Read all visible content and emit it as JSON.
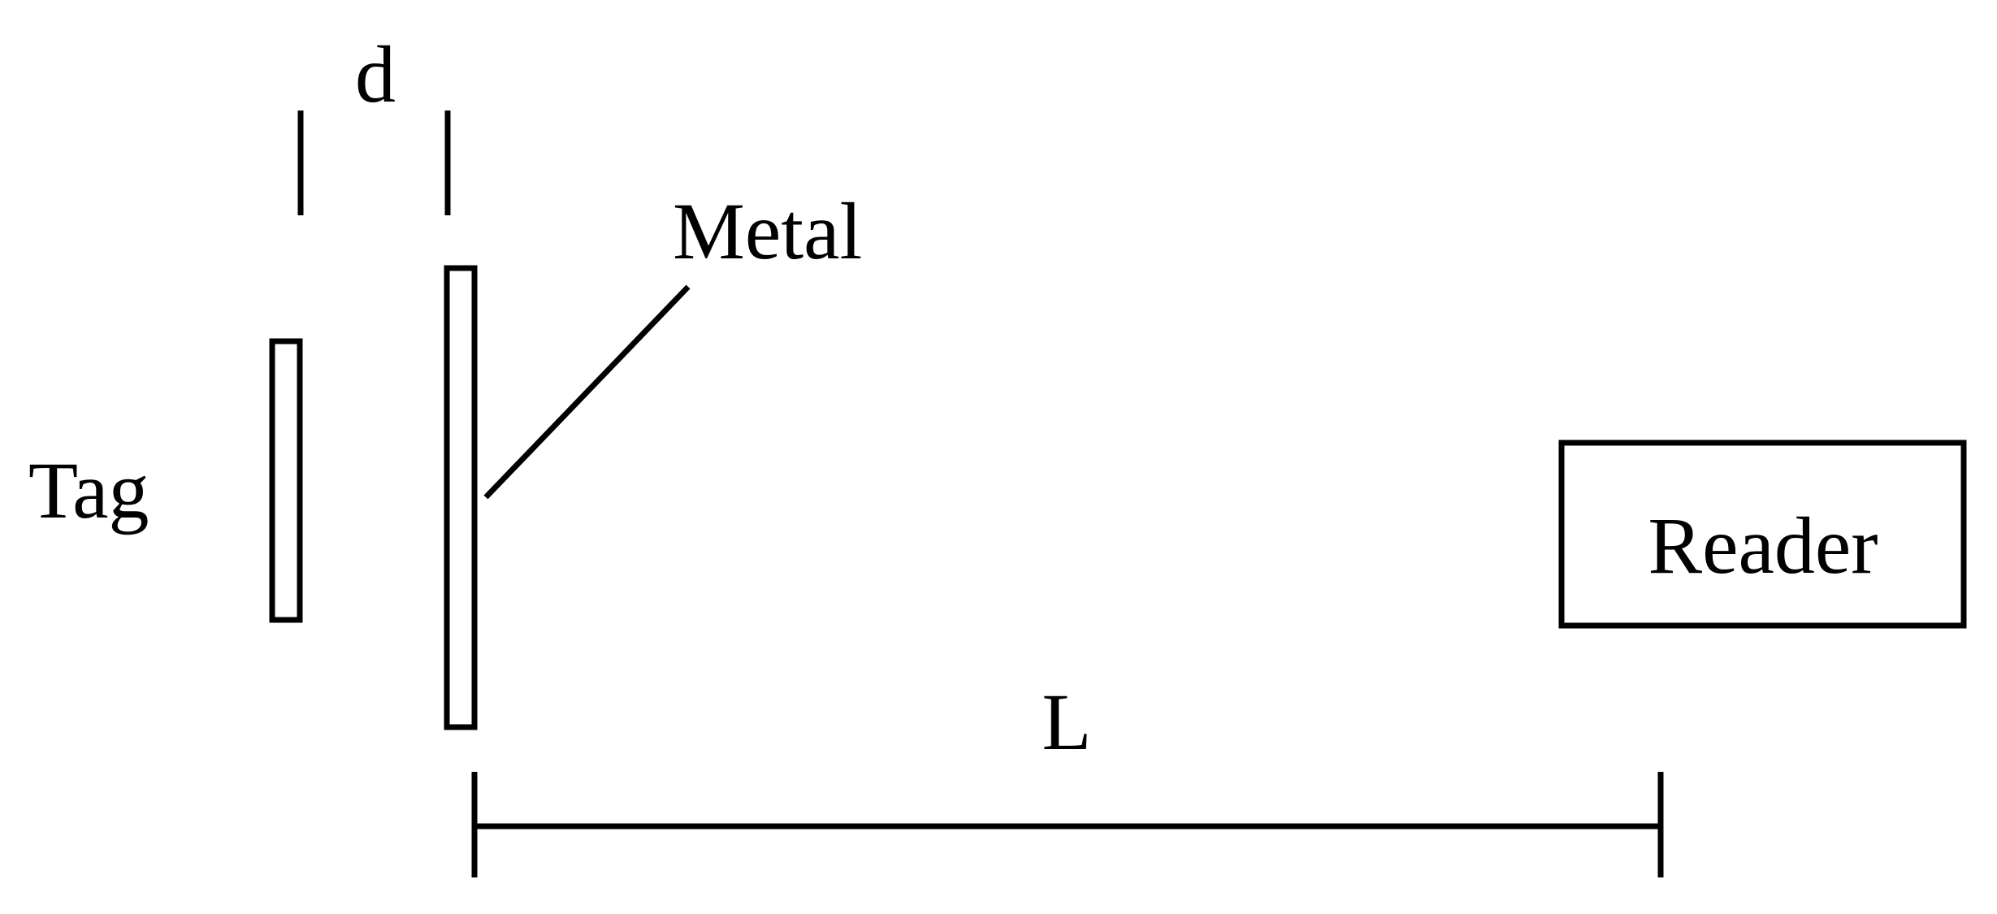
{
  "labels": {
    "d": "d",
    "metal": "Metal",
    "tag": "Tag",
    "reader": "Reader",
    "L": "L"
  },
  "colors": {
    "stroke": "#000000",
    "background": "#ffffff"
  }
}
